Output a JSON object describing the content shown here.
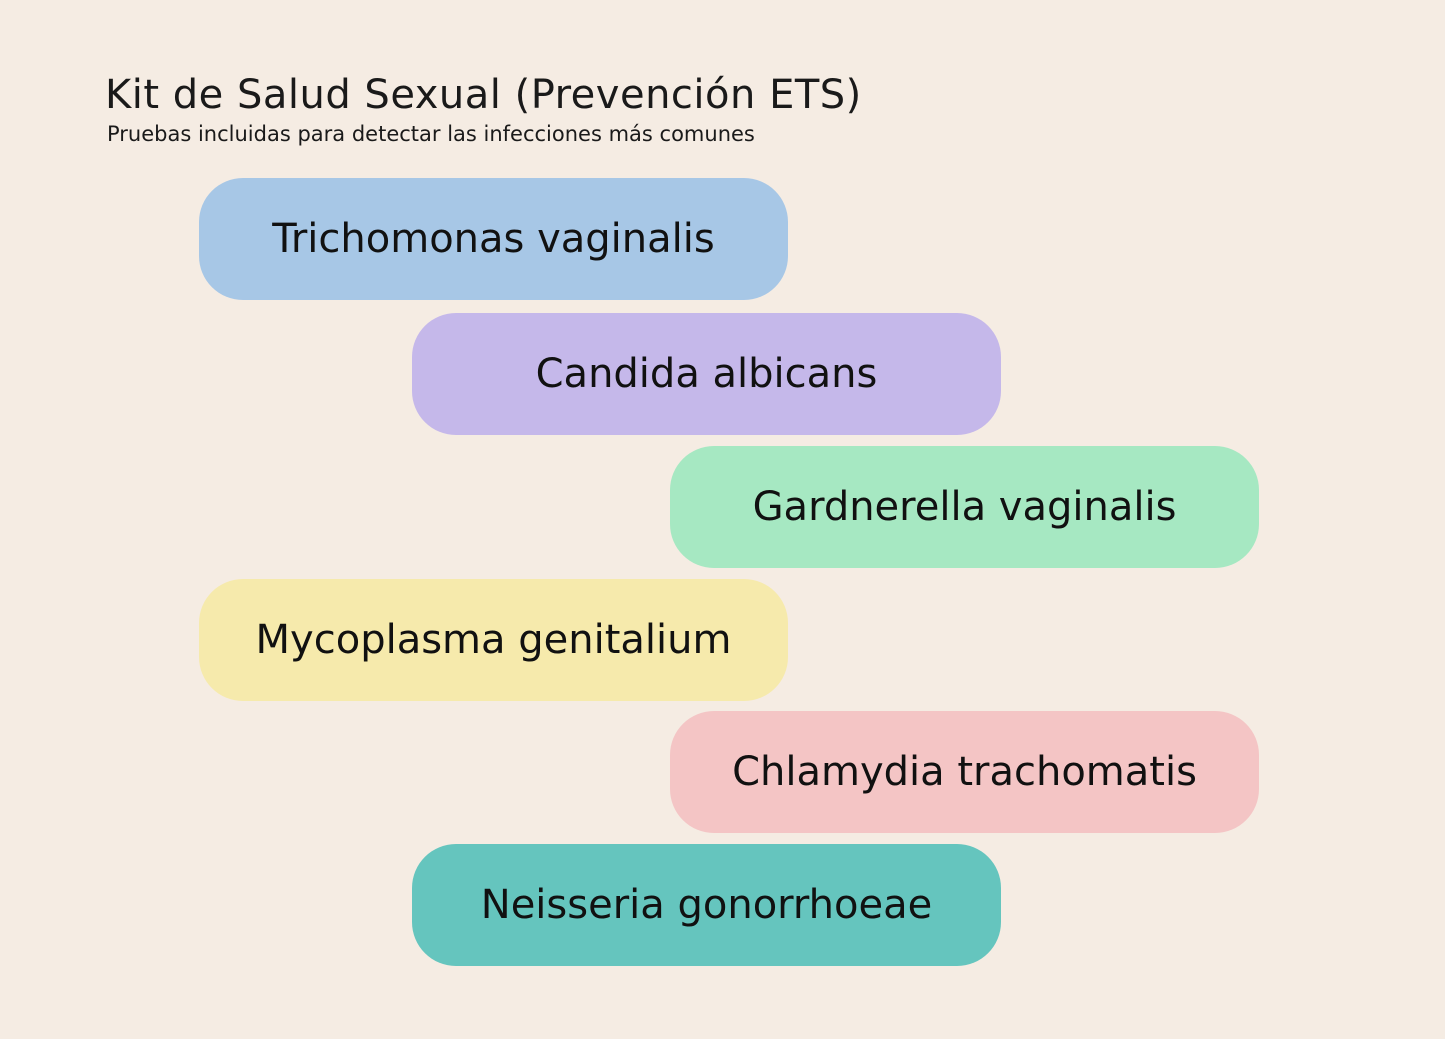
{
  "header": {
    "title": "Kit de Salud Sexual (Prevención ETS)",
    "subtitle": "Pruebas incluidas para detectar las infecciones más comunes"
  },
  "tests": [
    {
      "label": "Trichomonas vaginalis",
      "color": "#a7c7e6"
    },
    {
      "label": "Candida albicans",
      "color": "#c5b8ea"
    },
    {
      "label": "Gardnerella vaginalis",
      "color": "#a6e8c2"
    },
    {
      "label": "Mycoplasma genitalium",
      "color": "#f6eaac"
    },
    {
      "label": "Chlamydia trachomatis",
      "color": "#f4c5c5"
    },
    {
      "label": "Neisseria gonorrhoeae",
      "color": "#65c5be"
    }
  ]
}
